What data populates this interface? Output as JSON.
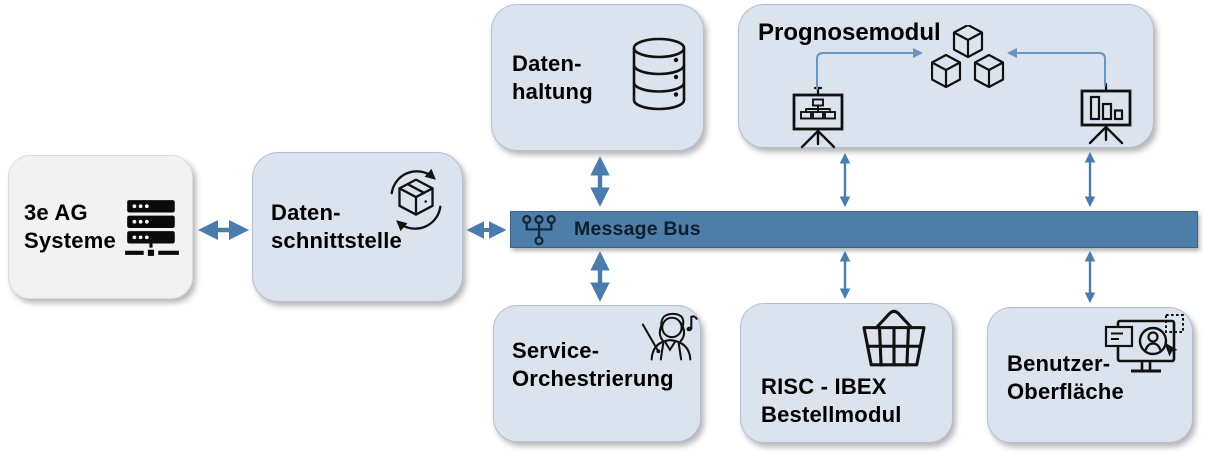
{
  "diagram": {
    "nodes": {
      "source": {
        "line1": "3e AG",
        "line2": "Systeme",
        "icon": "server-rack-icon"
      },
      "interface": {
        "line1": "Daten-",
        "line2": "schnittstelle",
        "icon": "package-sync-icon"
      },
      "storage": {
        "line1": "Daten-",
        "line2": "haltung",
        "icon": "database-icon"
      },
      "forecast": {
        "title": "Prognosemodul",
        "icons": [
          "modules-cubes-icon",
          "orgchart-presentation-icon",
          "barchart-presentation-icon"
        ]
      },
      "orchestration": {
        "line1": "Service-",
        "line2": "Orchestrierung",
        "icon": "conductor-icon"
      },
      "ordering": {
        "line1": "RISC - IBEX",
        "line2": "Bestellmodul",
        "icon": "shopping-basket-icon"
      },
      "ui": {
        "line1": "Benutzer-",
        "line2": "Oberfläche",
        "icon": "monitor-user-icon"
      }
    },
    "bus": {
      "label": "Message Bus",
      "icon": "fanout-tree-icon"
    },
    "connections": [
      {
        "from": "source",
        "to": "interface",
        "bidirectional": true
      },
      {
        "from": "interface",
        "to": "bus",
        "bidirectional": true
      },
      {
        "from": "storage",
        "to": "bus",
        "bidirectional": true
      },
      {
        "from": "bus",
        "to": "orchestration",
        "bidirectional": true
      },
      {
        "from": "forecast",
        "to": "bus",
        "bidirectional": true
      },
      {
        "from": "bus",
        "to": "ordering",
        "bidirectional": true
      },
      {
        "from": "forecast",
        "to": "bus",
        "bidirectional": true
      },
      {
        "from": "bus",
        "to": "ui",
        "bidirectional": true
      }
    ],
    "colors": {
      "node_fill": "#dbe3ee",
      "source_fill": "#f2f2f2",
      "bus_fill": "#4f7da9",
      "arrow": "#4a7dae",
      "connector": "#6b94bf",
      "icon_stroke": "#111111",
      "text": "#000000",
      "bus_text": "#0c1f2e",
      "background": "#ffffff"
    }
  }
}
